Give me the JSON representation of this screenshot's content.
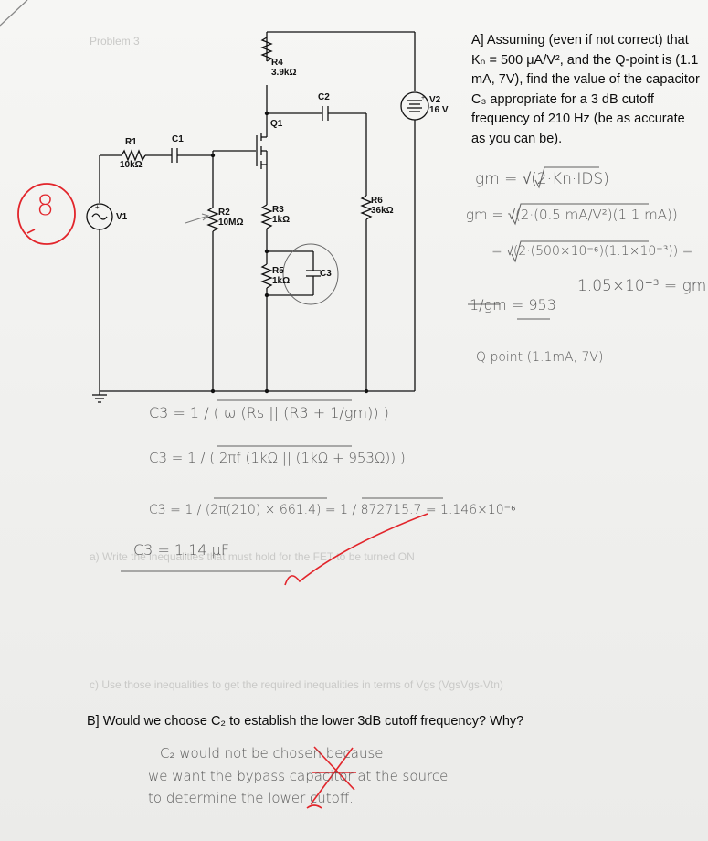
{
  "ghost": {
    "header": "Problem 3",
    "line1": "a) Write the inequalities that must hold for the FET to be turned ON",
    "line2": "c) Use those inequalities to get the required inequalities in terms of Vgs (VgsVgs-Vtn)"
  },
  "grade": {
    "score": "8"
  },
  "circuit": {
    "r1_name": "R1",
    "r1_value": "10kΩ",
    "c1_name": "C1",
    "v1_name": "V1",
    "r2_name": "R2",
    "r2_value": "10MΩ",
    "r4_name": "R4",
    "r4_value": "3.9kΩ",
    "q1_name": "Q1",
    "r3_name": "R3",
    "r3_value": "1kΩ",
    "r5_name": "R5",
    "r5_value": "1kΩ",
    "c3_name": "C3",
    "c2_name": "C2",
    "r6_name": "R6",
    "r6_value": "36kΩ",
    "v2_name": "V2",
    "v2_value": "16 V"
  },
  "question_a": {
    "text": "A] Assuming (even if not correct) that Kₙ = 500 μA/V², and the Q-point is (1.1 mA, 7V), find the value of the capacitor C₃ appropriate for a 3 dB cutoff frequency of 210 Hz (be as accurate as you can be)."
  },
  "work_right": {
    "gm_formula": "gm = √(2·Kn·IDS)",
    "gm_sub1": "gm = √(2·(0.5 mA/V²)(1.1 mA))",
    "gm_sub2": "= √(2·(500×10⁻⁶)(1.1×10⁻³)) =",
    "gm_result": "1.05×10⁻³ = gm",
    "inv_gm": "1/gm = 953",
    "qpoint": "Q point  (1.1mA, 7V)"
  },
  "work_left": {
    "c3_formula": "C3 = 1 / ( ω (Rs || (R3 + 1/gm)) )",
    "c3_sub": "C3 = 1 / ( 2πf (1kΩ || (1kΩ + 953Ω)) )",
    "c3_calc": "C3 = 1 / (2π(210) × 661.4) = 1 / 872715.7 = 1.146×10⁻⁶",
    "c3_final": "C3 = 1.14 μF"
  },
  "question_b": {
    "text": "B] Would we choose C₂ to establish the lower 3dB cutoff frequency? Why?",
    "answer_line1": "C₂ would not be chosen because",
    "answer_line2": "we want the bypass capacitor at the source",
    "answer_line3": "to determine the lower cutoff."
  },
  "colors": {
    "ink": "#5a5a5a",
    "red_pen": "#e2252b",
    "print": "#111111"
  }
}
